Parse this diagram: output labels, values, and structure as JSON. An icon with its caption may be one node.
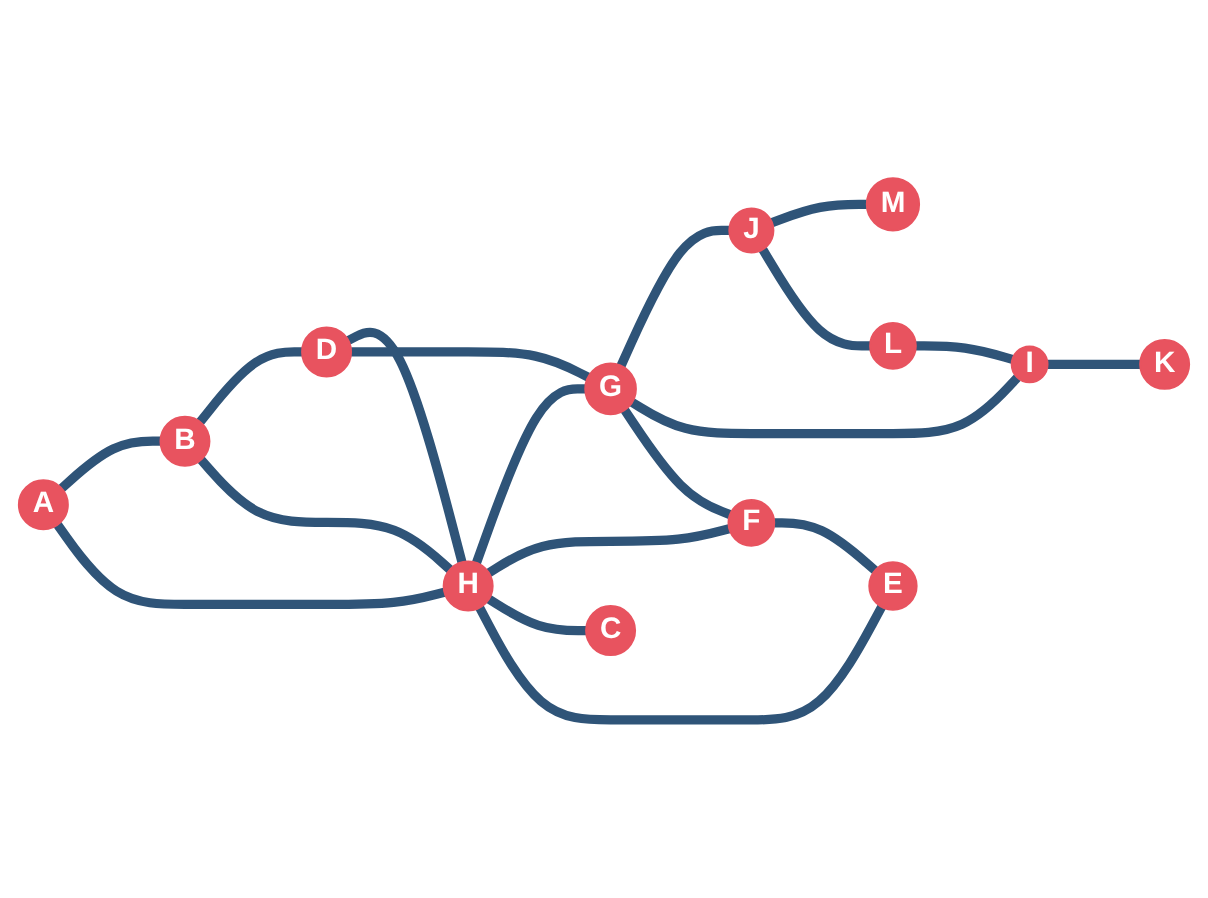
{
  "diagram": {
    "nodes": [
      {
        "text": [
          "B"
        ]
      },
      {
        "text": [
          "D"
        ]
      },
      {
        "text": [
          "M"
        ]
      },
      {
        "text": [
          "J"
        ]
      },
      {
        "text": [
          "G"
        ]
      },
      {
        "text": [
          "H"
        ]
      },
      {
        "text": [
          "A"
        ]
      },
      {
        "text": [
          "L"
        ]
      },
      {
        "text": [
          "I"
        ]
      },
      {
        "text": [
          "F"
        ]
      },
      {
        "text": [
          "C"
        ]
      },
      {
        "text": [
          "K"
        ]
      },
      {
        "text": [
          "E"
        ]
      }
    ],
    "edges": [
      {
        "from": 6,
        "to": 0,
        "arrow": "none"
      },
      {
        "from": 6,
        "to": 5,
        "arrow": "none"
      },
      {
        "from": 0,
        "to": 1,
        "arrow": "none"
      },
      {
        "from": 0,
        "to": 5,
        "arrow": "none"
      },
      {
        "from": 1,
        "to": 5,
        "arrow": "none"
      },
      {
        "from": 1,
        "to": 4,
        "arrow": "none"
      },
      {
        "from": 5,
        "to": 4,
        "arrow": "none"
      },
      {
        "from": 4,
        "to": 3,
        "arrow": "none"
      },
      {
        "from": 3,
        "to": 2,
        "arrow": "none"
      },
      {
        "from": 3,
        "to": 7,
        "arrow": "none"
      },
      {
        "from": 7,
        "to": 8,
        "arrow": "none"
      },
      {
        "from": 4,
        "to": 8,
        "arrow": "none"
      },
      {
        "from": 8,
        "to": 11,
        "arrow": "none"
      },
      {
        "from": 4,
        "to": 9,
        "arrow": "none"
      },
      {
        "from": 5,
        "to": 9,
        "arrow": "none"
      },
      {
        "from": 5,
        "to": 10,
        "arrow": "none"
      },
      {
        "from": 5,
        "to": 12,
        "arrow": "none"
      },
      {
        "from": 9,
        "to": 12,
        "arrow": "none"
      }
    ]
  }
}
